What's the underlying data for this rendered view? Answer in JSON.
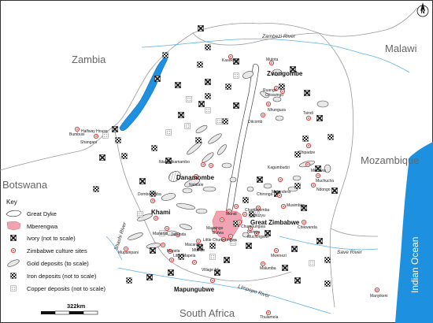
{
  "countries": {
    "zambia": "Zambia",
    "malawi": "Malawi",
    "botswana": "Botswana",
    "mozambique": "Mozambique",
    "south_africa": "South Africa"
  },
  "ocean": "Indian Ocean",
  "rivers": {
    "zambezi": "Zambezi River",
    "save": "Save River",
    "shashi": "Shashi River",
    "limpopo": "Limpopo River"
  },
  "north_label": "N",
  "major_sites": {
    "zvongombe": "Zvongombe",
    "danamombe": "Danamombe",
    "khami": "Khami",
    "great_zimbabwe": "Great Zimbabwe",
    "mapungubwe": "Mapungubwe"
  },
  "sites": {
    "kasekete": "Kasekete",
    "mutota": "Mutota",
    "ruanga": "Ruanga",
    "chiswingo": "Chiswingo",
    "nhunguza": "Nhunguza",
    "ditcomb": "Ditcomb",
    "bumbusi": "Bumbusi",
    "halfway_house": "Halfway House",
    "shangani": "Shangani",
    "tsindi": "Tsindi",
    "chipadze": "Chipadze",
    "kagumbudzi": "Kagumbudzi",
    "muraiwa": "Muraiwa",
    "muchucha": "Muchucha",
    "ndongo": "Ndongo",
    "ntabazikamambo": "Ntabazikamambo",
    "nalatale": "Nalatale",
    "chironga": "Chironga",
    "matendera": "Matendera",
    "musimbira": "Musimbira",
    "domboshaba": "Domboshaba",
    "chamayemba": "Chamayemba",
    "pamuzyu": "Pamuzyu",
    "mundi": "Mundi",
    "chumnungwa": "Chumnungwa",
    "nemga": "Nemga",
    "muchingwizi": "Muchingwizi",
    "chikwanda": "Chikwanda",
    "massingo": "Massingo",
    "bufwa": "Bufwa",
    "little_chumnungwa": "Little Chumnungwa",
    "manenzi": "Manenzi",
    "jahunda": "Jahunda",
    "mtanye": "Mtanye",
    "macardon": "Macardon",
    "mapela": "Mapela",
    "little_mapela": "Little Mapela",
    "mupanipani": "Mupanipani",
    "mwenezi": "Mwenezi",
    "village16": "Village 16",
    "malumba": "Malumba",
    "thulamela": "Thulamela",
    "manyikeni": "Manyikeni"
  },
  "legend": {
    "title": "Key",
    "items": [
      {
        "key": "great_dyke",
        "label": "Great Dyke"
      },
      {
        "key": "mberengwa",
        "label": "Mberengwa"
      },
      {
        "key": "ivory",
        "label": "Ivory (not to scale)"
      },
      {
        "key": "sites",
        "label": "Zimbabwe culture sites"
      },
      {
        "key": "gold",
        "label": "Gold deposits (to scale)"
      },
      {
        "key": "iron",
        "label": "Iron deposits (not to scale)"
      },
      {
        "key": "copper",
        "label": "Copper deposits (not to scale)"
      }
    ]
  },
  "scale_label": "322km",
  "colors": {
    "water": "#1e90e0",
    "mberengwa": "#f2a3b3",
    "site_ring": "#e03b3b",
    "gold_fill": "#e8e8e8",
    "ivory_dark": "#111111"
  }
}
